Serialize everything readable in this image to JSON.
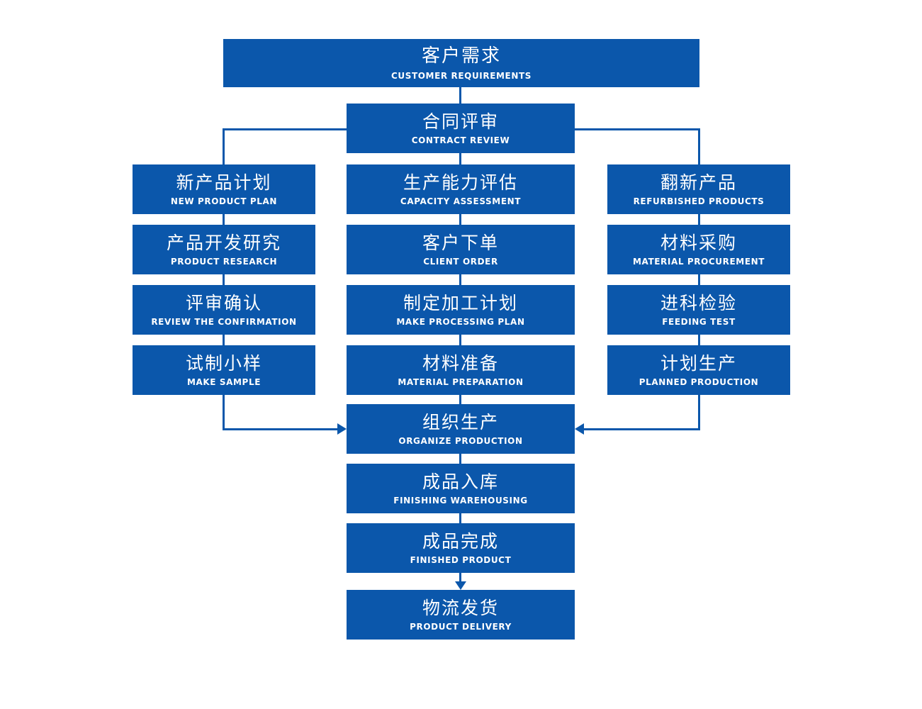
{
  "colors": {
    "node_blue": "#0B57AB",
    "text_white": "#FFFFFF",
    "background": "#FFFFFF"
  },
  "nodes": {
    "customer_requirements": {
      "zh": "客户需求",
      "en": "CUSTOMER REQUIREMENTS"
    },
    "contract_review": {
      "zh": "合同评审",
      "en": "CONTRACT REVIEW"
    },
    "new_product_plan": {
      "zh": "新产品计划",
      "en": "NEW PRODUCT PLAN"
    },
    "product_research": {
      "zh": "产品开发研究",
      "en": "PRODUCT RESEARCH"
    },
    "review_confirmation": {
      "zh": "评审确认",
      "en": "REVIEW THE CONFIRMATION"
    },
    "make_sample": {
      "zh": "试制小样",
      "en": "MAKE SAMPLE"
    },
    "capacity_assessment": {
      "zh": "生产能力评估",
      "en": "CAPACITY ASSESSMENT"
    },
    "client_order": {
      "zh": "客户下单",
      "en": "CLIENT ORDER"
    },
    "make_processing_plan": {
      "zh": "制定加工计划",
      "en": "MAKE PROCESSING PLAN"
    },
    "material_preparation": {
      "zh": "材料准备",
      "en": "MATERIAL PREPARATION"
    },
    "refurbished_products": {
      "zh": "翻新产品",
      "en": "REFURBISHED PRODUCTS"
    },
    "material_procurement": {
      "zh": "材料采购",
      "en": "MATERIAL PROCUREMENT"
    },
    "feeding_test": {
      "zh": "进科检验",
      "en": "FEEDING TEST"
    },
    "planned_production": {
      "zh": "计划生产",
      "en": "PLANNED PRODUCTION"
    },
    "organize_production": {
      "zh": "组织生产",
      "en": "ORGANIZE PRODUCTION"
    },
    "finishing_warehousing": {
      "zh": "成品入库",
      "en": "FINISHING WAREHOUSING"
    },
    "finished_product": {
      "zh": "成品完成",
      "en": "FINISHED PRODUCT"
    },
    "product_delivery": {
      "zh": "物流发货",
      "en": "PRODUCT DELIVERY"
    }
  },
  "flow": {
    "edges": [
      {
        "from": "customer_requirements",
        "to": "contract_review",
        "arrow": false
      },
      {
        "from": "contract_review",
        "to": "new_product_plan",
        "arrow": false
      },
      {
        "from": "contract_review",
        "to": "capacity_assessment",
        "arrow": false
      },
      {
        "from": "contract_review",
        "to": "refurbished_products",
        "arrow": false
      },
      {
        "from": "new_product_plan",
        "to": "product_research",
        "arrow": false
      },
      {
        "from": "product_research",
        "to": "review_confirmation",
        "arrow": false
      },
      {
        "from": "review_confirmation",
        "to": "make_sample",
        "arrow": false
      },
      {
        "from": "make_sample",
        "to": "organize_production",
        "arrow": true
      },
      {
        "from": "capacity_assessment",
        "to": "client_order",
        "arrow": false
      },
      {
        "from": "client_order",
        "to": "make_processing_plan",
        "arrow": false
      },
      {
        "from": "make_processing_plan",
        "to": "material_preparation",
        "arrow": false
      },
      {
        "from": "material_preparation",
        "to": "organize_production",
        "arrow": false
      },
      {
        "from": "refurbished_products",
        "to": "material_procurement",
        "arrow": false
      },
      {
        "from": "material_procurement",
        "to": "feeding_test",
        "arrow": false
      },
      {
        "from": "feeding_test",
        "to": "planned_production",
        "arrow": false
      },
      {
        "from": "planned_production",
        "to": "organize_production",
        "arrow": true
      },
      {
        "from": "organize_production",
        "to": "finishing_warehousing",
        "arrow": false
      },
      {
        "from": "finishing_warehousing",
        "to": "finished_product",
        "arrow": false
      },
      {
        "from": "finished_product",
        "to": "product_delivery",
        "arrow": true
      }
    ]
  }
}
